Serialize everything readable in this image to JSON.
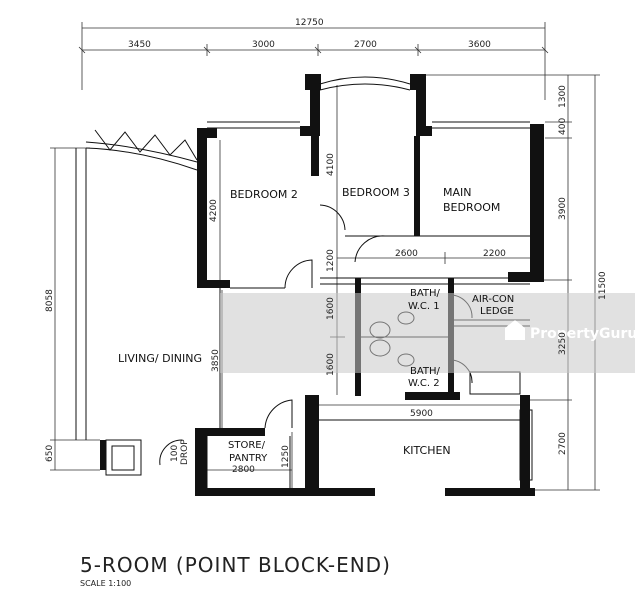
{
  "dimensions": {
    "overall_width": "12750",
    "top_segments": [
      "3450",
      "3000",
      "2700",
      "3600"
    ],
    "right_top": "1300",
    "right_400": "400",
    "right_3900": "3900",
    "right_3250": "3250",
    "right_2700": "2700",
    "right_overall": "11500",
    "left_8058": "8058",
    "left_650": "650",
    "bedroom2_4200": "4200",
    "bedroom3_4100": "4100",
    "mid_1200": "1200",
    "mid_2600": "2600",
    "mid_2200": "2200",
    "bath_1600_a": "1600",
    "bath_1600_b": "1600",
    "living_3850": "3850",
    "kitchen_5900": "5900",
    "store_2800": "2800",
    "store_1250": "1250",
    "refuse_100": "100"
  },
  "rooms": {
    "bedroom2": "BEDROOM 2",
    "bedroom3": "BEDROOM 3",
    "main_bedroom_line1": "MAIN",
    "main_bedroom_line2": "BEDROOM",
    "bath1_line1": "BATH/",
    "bath1_line2": "W.C. 1",
    "bath2_line1": "BATH/",
    "bath2_line2": "W.C. 2",
    "aircon_line1": "AIR-CON",
    "aircon_line2": "LEDGE",
    "living_dining": "LIVING/ DINING",
    "store_line1": "STORE/",
    "store_line2": "PANTRY",
    "kitchen": "KITCHEN",
    "refuse": "DROP"
  },
  "title": "5-ROOM (POINT BLOCK-END)",
  "scale": "SCALE   1:100",
  "watermark": {
    "brand": "PropertyGuru",
    "color": "#c8c8c8"
  }
}
